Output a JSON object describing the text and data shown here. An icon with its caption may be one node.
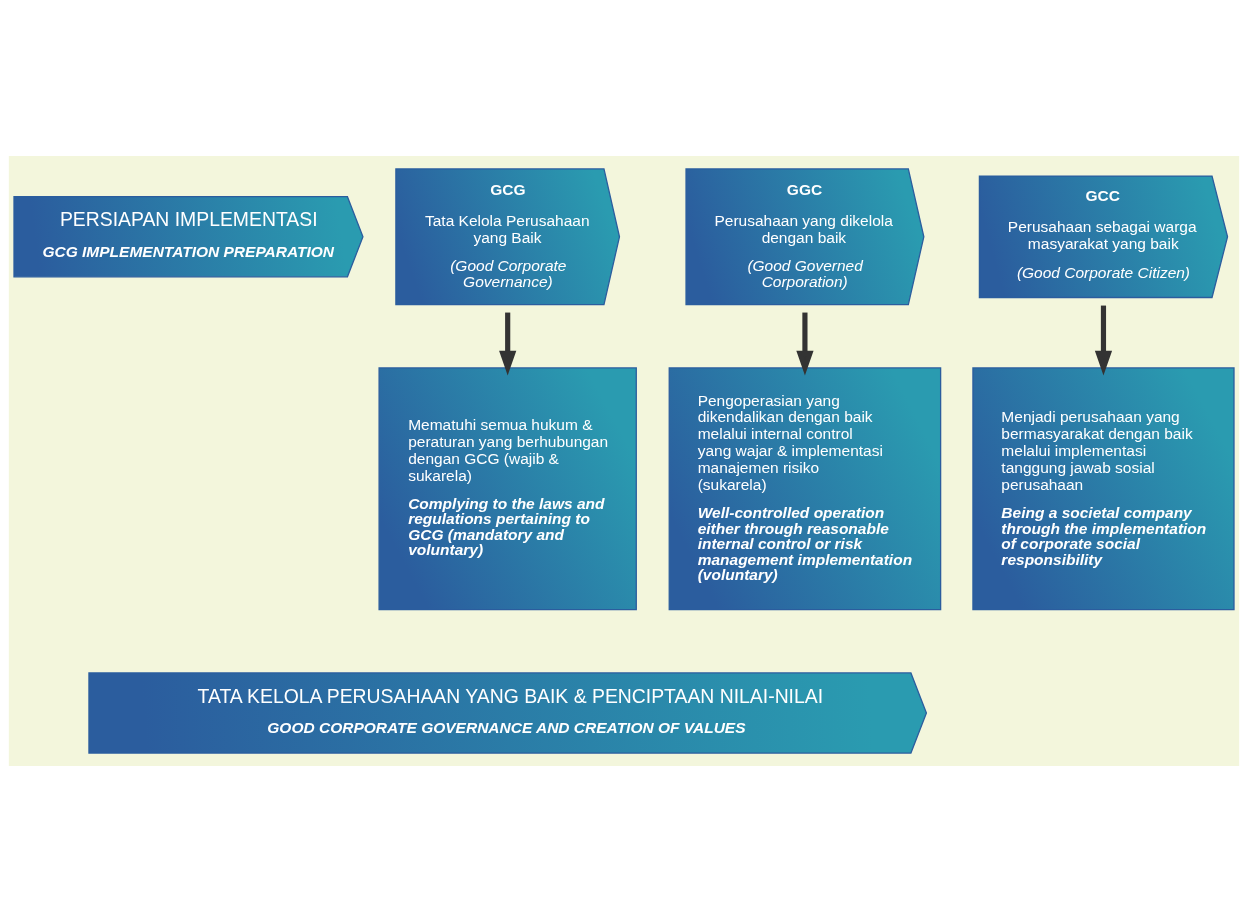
{
  "diagram": {
    "nodes": [
      {
        "text": [
          "PERSIAPAN IMPLEMENTASI",
          "GCG IMPLEMENTATION PREPARATION"
        ]
      },
      {
        "text": [
          "GCG",
          "Tata Kelola Perusahaan yang Baik",
          "(Good Corporate Governance)"
        ]
      },
      {
        "text": [
          "GGC",
          "Perusahaan yang dikelola dengan baik",
          "(Good Governed Corporation)"
        ]
      },
      {
        "text": [
          "GCC",
          "Perusahaan sebagai warga masyarakat yang baik",
          "(Good Corporate Citizen)"
        ]
      },
      {
        "text": [
          "Mematuhi semua hukum & peraturan yang berhubungan dengan GCG (wajib & sukarela)",
          "Complying to the laws and regulations pertaining to GCG (mandatory and voluntary)"
        ]
      },
      {
        "text": [
          "Pengoperasian yang dikendalikan dengan baik melalui internal control yang wajar & implementasi manajemen risiko (sukarela)",
          "Well-controlled operation either through reasonable internal control or risk management implementation (voluntary)"
        ]
      },
      {
        "text": [
          "Menjadi perusahaan yang bermasyarakat dengan baik melalui implementasi tanggung jawab sosial perusahaan",
          "Being a societal company through the implementation of corporate social responsibility"
        ]
      },
      {
        "text": [
          "TATA KELOLA PERUSAHAAN YANG BAIK & PENCIPTAAN NILAI-NILAI",
          "GOOD CORPORATE GOVERNANCE AND CREATION OF VALUES"
        ]
      }
    ],
    "edges": [
      {
        "from": 1,
        "to": 4,
        "arrow": "to"
      },
      {
        "from": 2,
        "to": 5,
        "arrow": "to"
      },
      {
        "from": 3,
        "to": 6,
        "arrow": "to"
      }
    ]
  }
}
